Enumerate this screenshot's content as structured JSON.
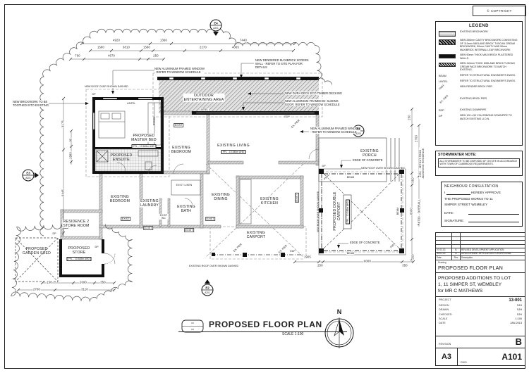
{
  "sheet": {
    "copyright_symbol": "©",
    "copyright": "COPYRIGHT"
  },
  "legend": {
    "title": "LEGEND",
    "items": [
      {
        "key": "",
        "text": "EXISTING BRICKWORK"
      },
      {
        "key": "",
        "text": "NEW 250mm CAVITY BRICKWORK CONSISTING OF 110mm 'MIDLAND BRICK' TUSCAN CREAM BRICKWORK, 50mm CAVITY AND 90mm MAXIBRICK INTERNAL LEAF BRICKWORK"
      },
      {
        "key": "",
        "text": "NEW 90mm THICK MAXI BRICK PLASTERED WALLS."
      },
      {
        "key": "",
        "text": "NEW 110mm THICK MIDLAND BRICK TUSCAN CREAM FACE BRICKWORK TO MATCH EXISTING."
      },
      {
        "key": "BEAM",
        "text": "REFER TO STRUCTURAL ENGINEER'S DWGS."
      },
      {
        "key": "LINTEL",
        "text": "REFER TO STRUCTURAL ENGINEER'S DWGS."
      },
      {
        "key": "PIER",
        "text": "NEW RENDER BRICK PIER"
      },
      {
        "key": "EX. PIER",
        "text": "EXISTING BRICK PIER"
      },
      {
        "key": "EDP",
        "text": "EXISTING DOWNPIPE"
      },
      {
        "key": "DP",
        "text": "NEW 100 x 50 COLORBOND DOWNPIPE TO MATCH EXISTING U.O.N."
      }
    ]
  },
  "stormwater": {
    "title": "STORMWATER NOTE:",
    "body": "ALL STORMWATER TO BE DISPOSED OF ON SITE IN ACCORDANCE WITH TOWN OF CAMBRIDGE REQUIREMENTS."
  },
  "neighbour": {
    "title": "NEIGHBOUR CONSULTATION",
    "i": "I",
    "approve": "HEREBY APPROVE",
    "line2": "THE PROPOSED WORKS TO 11",
    "line3": "SIMPER STREET WEMBLEY",
    "date_label": "DATE:",
    "signature_label": "SIGNATURE:"
  },
  "title_block": {
    "rev_rows": [
      {
        "date": "07.02.13",
        "rev": "B",
        "desc": "REVISED DEVELOPMENT APPLICATION"
      },
      {
        "date": "30.01.13",
        "rev": "A",
        "desc": "DEVELOPMENT APPLICATION FOR APPROVAL"
      }
    ],
    "rev_header": {
      "date": "Date",
      "rev": "Rev",
      "desc": "Description"
    },
    "drawing_label": "Drawing",
    "drawing_title": "PROPOSED FLOOR PLAN",
    "project_desc": "PROPOSED ADDITIONS TO LOT\n1, 11 SIMPER ST, WEMBLEY\nfor MR C MATHEWS",
    "fields": [
      {
        "label": "PROJECT",
        "value": "13-001"
      },
      {
        "label": "DESIGN",
        "value": "SJH"
      },
      {
        "label": "DRAWN",
        "value": "SJH"
      },
      {
        "label": "CHECKED",
        "value": "SJH"
      },
      {
        "label": "SCALE",
        "value": "1:100"
      },
      {
        "label": "DATE",
        "value": "JAN 2013"
      }
    ],
    "revision_label": "REVISION",
    "revision_value": "B",
    "sheet_size": "A3",
    "dwg_label": "DWG",
    "dwg_number": "A101"
  },
  "plan": {
    "title": "PROPOSED FLOOR PLAN",
    "scale": "SCALE 1:100",
    "north": "N",
    "ffl": "FFL - 10.545m AHD",
    "rooms": [
      "OUTDOOR\nENTERTAINING AREA",
      "PROPOSED\nMASTER BED",
      "PROPOSED\nENSUITE",
      "ROBE",
      "EXISTING\nBEDROOM",
      "EXISTING LIVING",
      "EXISTING\nPORCH",
      "EXISTING\nBEDROOM",
      "EXISTING\nLAUNDRY",
      "EXIST\nWC",
      "EXISTING\nBATH",
      "EXIST LINEN",
      "EXISTING\nDINING",
      "EXISTING\nKITCHEN",
      "EXISTING\nCARPORT",
      "PROPOSED DOUBLE\nCARPORT",
      "RESIDENCE 2\nSTORE ROOM",
      "PROPOSED\nGARDEN SHED",
      "PROPOSED\nSTORE"
    ],
    "annotations": [
      "NEW RENDERED MAXIBRICK SCREEN\nWALL - REFER TO SITE PLAN FOR\nDETAILS",
      "NEW ALUMINIUM FRAMED WINDOW\n- REFER TO WINDOW SCHEDULE",
      "NEW BRICKWORK TO BE\nTOOTHED INTO EXISTING",
      "NEW ROOF OVER SHOWN DASHED",
      "NEW DURA DECK ECO TIMBER DECKING",
      "NEW ALUMINIUM FRAMED BI- SLIDING\nDOOR: REFER TO WINDOW SCHEDULE",
      "NEW ALUMINIUM FRAMED WINDOW\n- REFER TO WINDOW SCHEDULE",
      "EDGE OF CONCRETE",
      "NEW ROOF OVER SHOWN DASHED",
      "EDGE OF CONCRETE",
      "EXISTING ROOF OVER SHOWN DASHED",
      "NEW ROOF OVER SHOWN DASHED"
    ],
    "tags": [
      "LINTEL",
      "LINTEL",
      "EXIST",
      "EXIST",
      "EXIST",
      "EXIST",
      "EXIST",
      "EXIST",
      "BEAM",
      "BEAM",
      "BEAM",
      "EX. PIER",
      "EX. PIER",
      "EX. PIER",
      "PIER",
      "PIER",
      "DP",
      "DP",
      "DP",
      "DP",
      "EDP",
      "EDP"
    ],
    "dims": [
      "4920",
      "1360",
      "7440",
      "1580",
      "3810",
      "1580",
      "2270",
      "4065",
      "760",
      "4670",
      "250",
      "3175",
      "90",
      "1980",
      "6445",
      "2690",
      "150",
      "350",
      "2700",
      "3110",
      "1905",
      "6000",
      "250",
      "350",
      "250",
      "2700",
      "4350 - SETOUT FROM\nADJOINING RESIDENCE",
      "350",
      "6000",
      "6700 - OVERALL",
      "250"
    ],
    "markers": [
      {
        "id": "E4",
        "sheet": "A201"
      },
      {
        "id": "E1",
        "sheet": "A200"
      },
      {
        "id": "E3",
        "sheet": "A201"
      },
      {
        "id": "E2",
        "sheet": "A201"
      }
    ]
  }
}
